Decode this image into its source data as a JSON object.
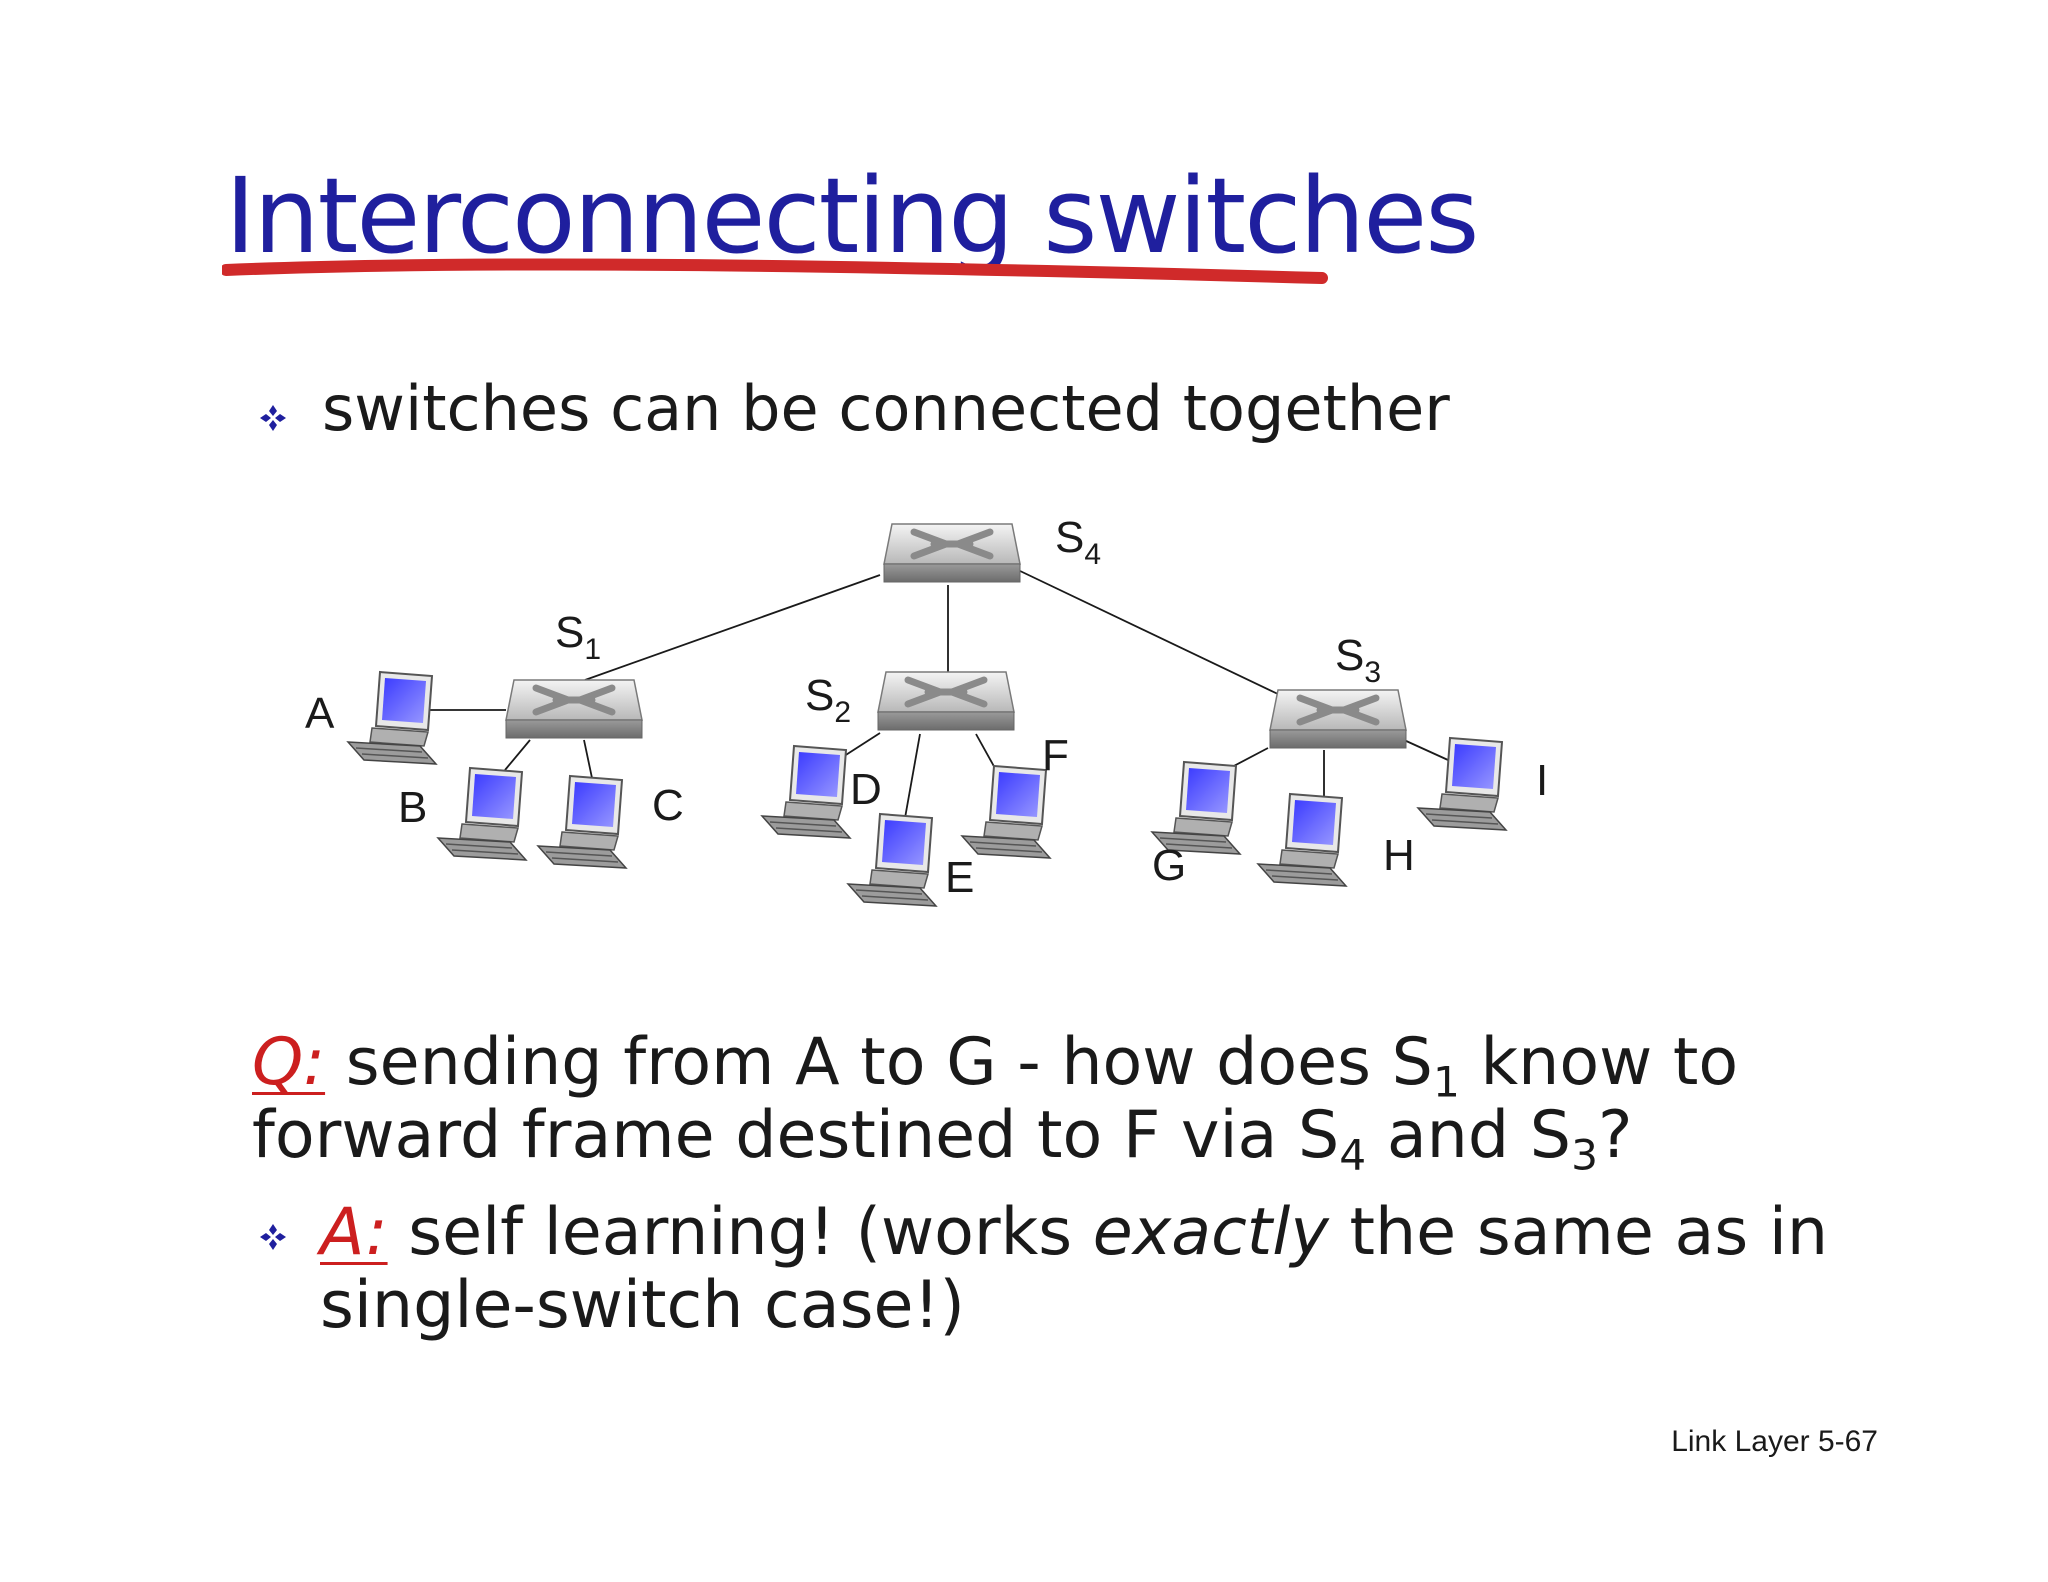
{
  "slide": {
    "title": "Interconnecting switches",
    "bullet1": "switches can be connected together",
    "question": {
      "q_label": "Q:",
      "line1_a": "sending from A to G - how does S",
      "line1_sub": "1",
      "line1_b": " know to",
      "line2_a": "forward frame destined to F via S",
      "line2_sub1": "4",
      "line2_b": " and S",
      "line2_sub2": "3",
      "line2_c": "?"
    },
    "answer": {
      "a_label": "A:",
      "line1_a": " self learning! (works ",
      "line1_em": "exactly",
      "line1_b": " the same as in",
      "line2": "single-switch case!)"
    },
    "footer": "Link Layer  5-67"
  },
  "diagram": {
    "switches": [
      {
        "letter": "S",
        "sub": "1"
      },
      {
        "letter": "S",
        "sub": "2"
      },
      {
        "letter": "S",
        "sub": "3"
      },
      {
        "letter": "S",
        "sub": "4"
      }
    ],
    "hosts": [
      "A",
      "B",
      "C",
      "D",
      "E",
      "F",
      "G",
      "H",
      "I"
    ]
  },
  "colors": {
    "title": "#1f1f9e",
    "accent_red": "#cc1f1f",
    "bullet_icon": "#1f1f9e"
  }
}
